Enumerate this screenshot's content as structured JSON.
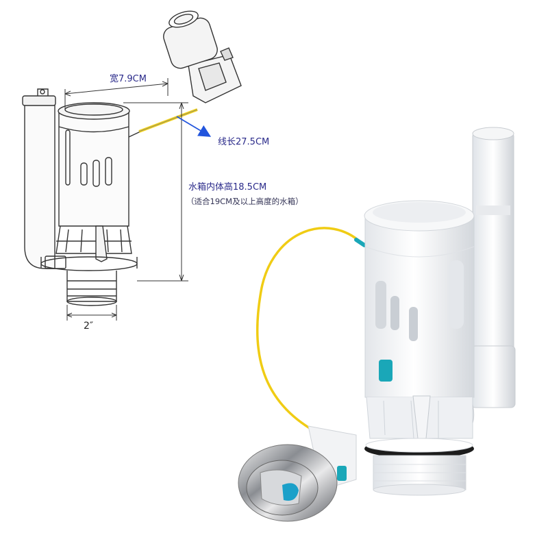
{
  "diagram": {
    "dimensions": {
      "width_label": "宽7.9CM",
      "cable_label": "线长27.5CM",
      "height_label": "水箱内体高18.5CM",
      "height_note": "（适合19CM及以上高度的水箱）",
      "outlet_label": "2″"
    },
    "colors": {
      "cable": "#f2d21b",
      "accent": "#1aa7b8",
      "arrow": "#2255dd",
      "line": "#333333"
    }
  }
}
